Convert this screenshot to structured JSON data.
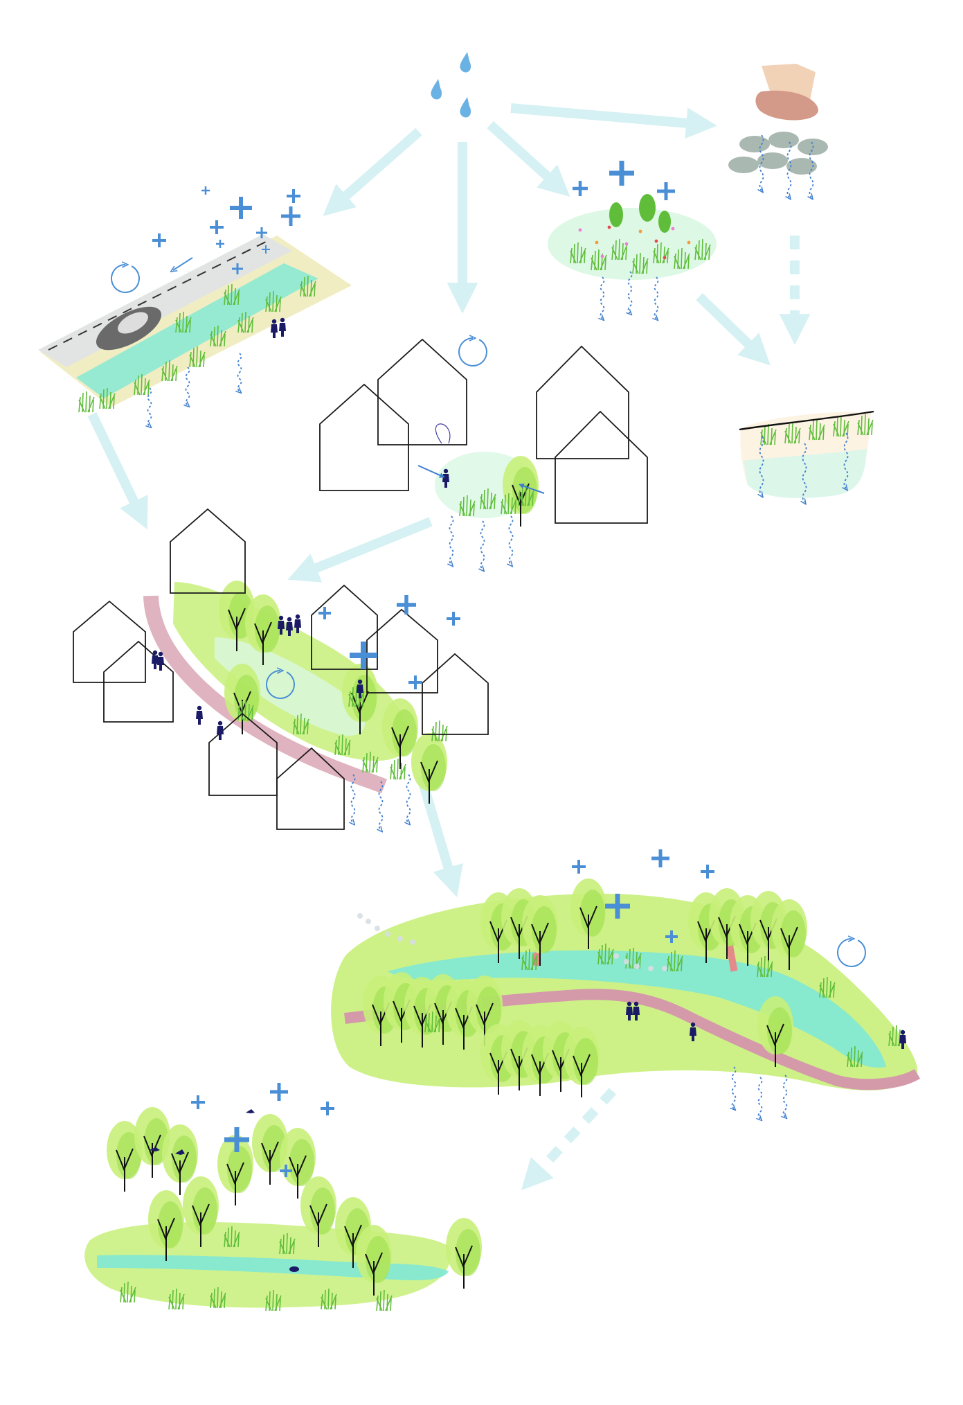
{
  "diagram": {
    "description_text": "",
    "colors": {
      "flow_arrow": "#d6f1f3",
      "water_drop": "#6ab2e4",
      "plus": "#4a8fd6",
      "infiltration": "#3f7fcf",
      "cycle": "#4a8fd6",
      "green_light": "#c8f07a",
      "green_mid": "#9fe04f",
      "green_dark": "#5fbd3a",
      "water_pool": "#7fe8d6",
      "path": "#d49aaa",
      "road": "#e2e4e3",
      "soil": "#eee8b4",
      "house_stroke": "#1a1a1a",
      "person": "#1a1a66",
      "stone": "#a9b8b0",
      "foot_skin": "#f2d2b6",
      "shoe": "#d39a8a"
    },
    "nodes": [
      {
        "id": "rain",
        "icon": "rain-drops-icon"
      },
      {
        "id": "street-swale",
        "icon": "street-bioswale-icon"
      },
      {
        "id": "courtyard-garden",
        "icon": "courtyard-rain-garden-icon"
      },
      {
        "id": "meadow",
        "icon": "wildflower-meadow-icon"
      },
      {
        "id": "permeable-paving",
        "icon": "permeable-paving-icon"
      },
      {
        "id": "soil-infiltration",
        "icon": "soil-infiltration-icon"
      },
      {
        "id": "neighbourhood-green",
        "icon": "neighbourhood-green-icon"
      },
      {
        "id": "river-park",
        "icon": "river-park-icon"
      },
      {
        "id": "forest-wetland",
        "icon": "forest-wetland-icon"
      }
    ],
    "flows": [
      {
        "from": "rain",
        "to": "street-swale",
        "style": "solid"
      },
      {
        "from": "rain",
        "to": "courtyard-garden",
        "style": "solid"
      },
      {
        "from": "rain",
        "to": "meadow",
        "style": "solid"
      },
      {
        "from": "rain",
        "to": "permeable-paving",
        "style": "solid"
      },
      {
        "from": "permeable-paving",
        "to": "soil-infiltration",
        "style": "dashed"
      },
      {
        "from": "meadow",
        "to": "soil-infiltration",
        "style": "solid"
      },
      {
        "from": "street-swale",
        "to": "neighbourhood-green",
        "style": "solid"
      },
      {
        "from": "courtyard-garden",
        "to": "neighbourhood-green",
        "style": "solid"
      },
      {
        "from": "neighbourhood-green",
        "to": "river-park",
        "style": "solid"
      },
      {
        "from": "river-park",
        "to": "forest-wetland",
        "style": "dashed"
      }
    ]
  }
}
